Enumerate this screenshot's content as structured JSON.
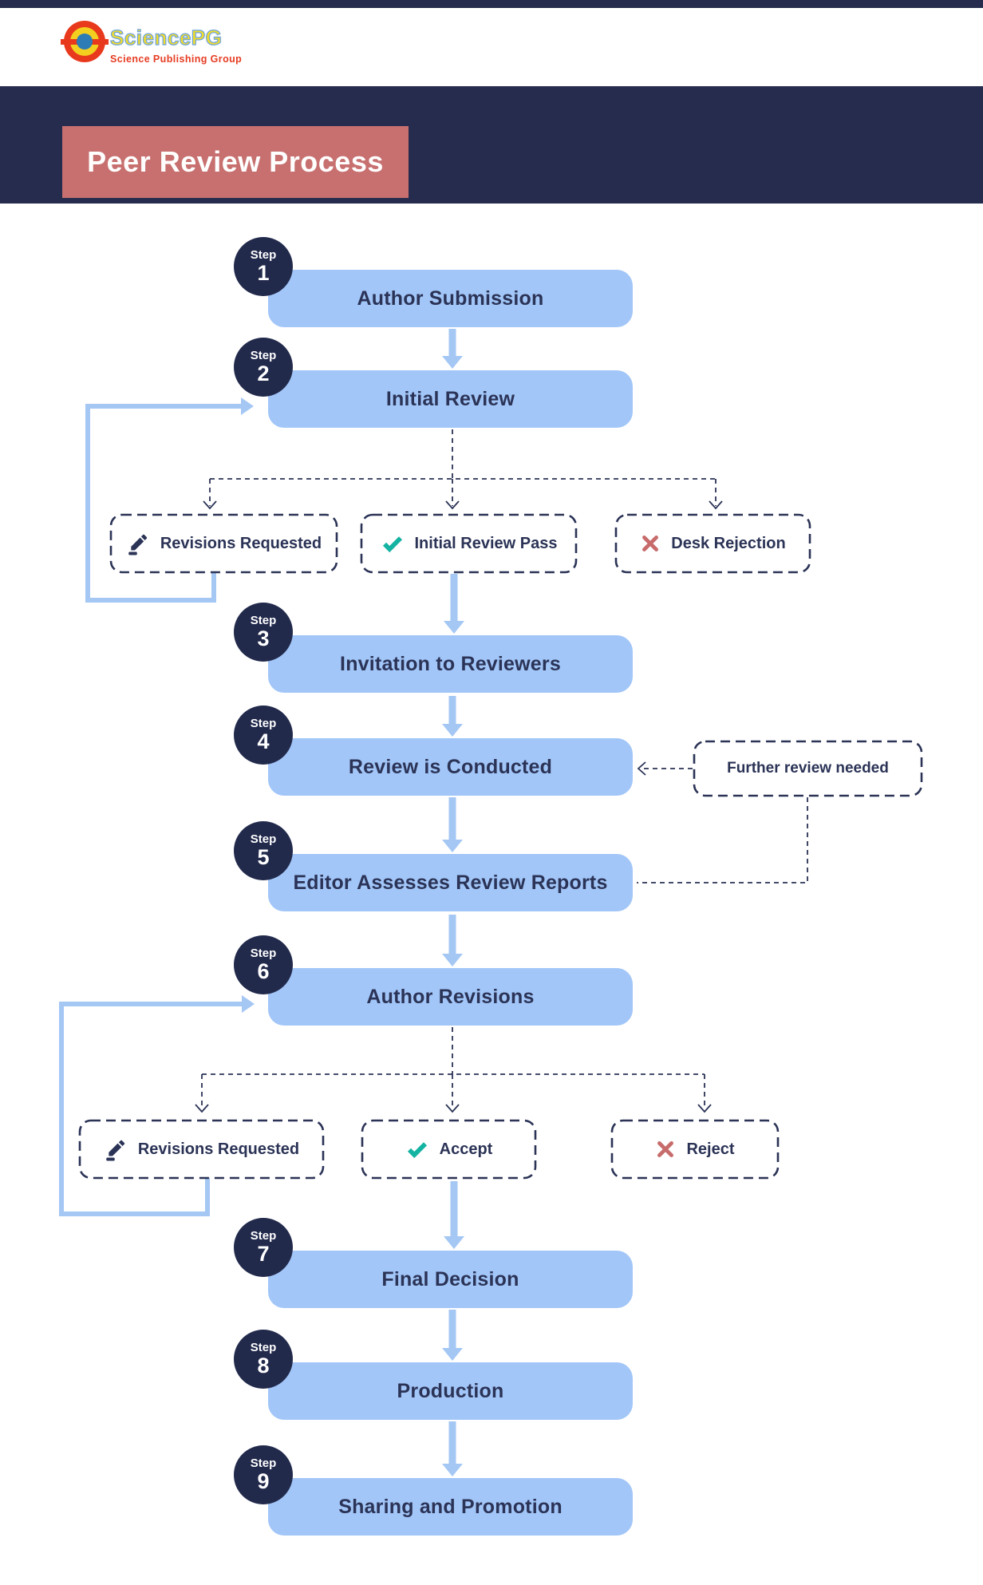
{
  "brand": {
    "name": "SciencePG",
    "tagline": "Science Publishing Group"
  },
  "title": "Peer Review Process",
  "step_word": "Step",
  "steps": [
    {
      "number": "1",
      "label": "Author Submission"
    },
    {
      "number": "2",
      "label": "Initial Review"
    },
    {
      "number": "3",
      "label": "Invitation to Reviewers"
    },
    {
      "number": "4",
      "label": "Review is Conducted"
    },
    {
      "number": "5",
      "label": "Editor Assesses Review Reports"
    },
    {
      "number": "6",
      "label": "Author Revisions"
    },
    {
      "number": "7",
      "label": "Final Decision"
    },
    {
      "number": "8",
      "label": "Production"
    },
    {
      "number": "9",
      "label": "Sharing and Promotion"
    }
  ],
  "initial_review_outcomes": [
    {
      "icon": "pencil-icon",
      "label": "Revisions Requested"
    },
    {
      "icon": "check-icon",
      "label": "Initial Review Pass"
    },
    {
      "icon": "cross-icon",
      "label": "Desk Rejection"
    }
  ],
  "revision_outcomes": [
    {
      "icon": "pencil-icon",
      "label": "Revisions Requested"
    },
    {
      "icon": "check-icon",
      "label": "Accept"
    },
    {
      "icon": "cross-icon",
      "label": "Reject"
    }
  ],
  "side_note": "Further review needed",
  "colors": {
    "header_navy": "#262c4e",
    "step_circle_navy": "#222a4c",
    "box_blue": "#a2c6f8",
    "arrow_blue": "#a4c7f4",
    "title_salmon": "#c7706f",
    "check_teal": "#14b3a2",
    "cross_red": "#c76b6b",
    "text_navy": "#2b3356",
    "logo_red": "#e8391d",
    "logo_yellow": "#f3cf1f",
    "logo_blue": "#2d7cb5"
  }
}
